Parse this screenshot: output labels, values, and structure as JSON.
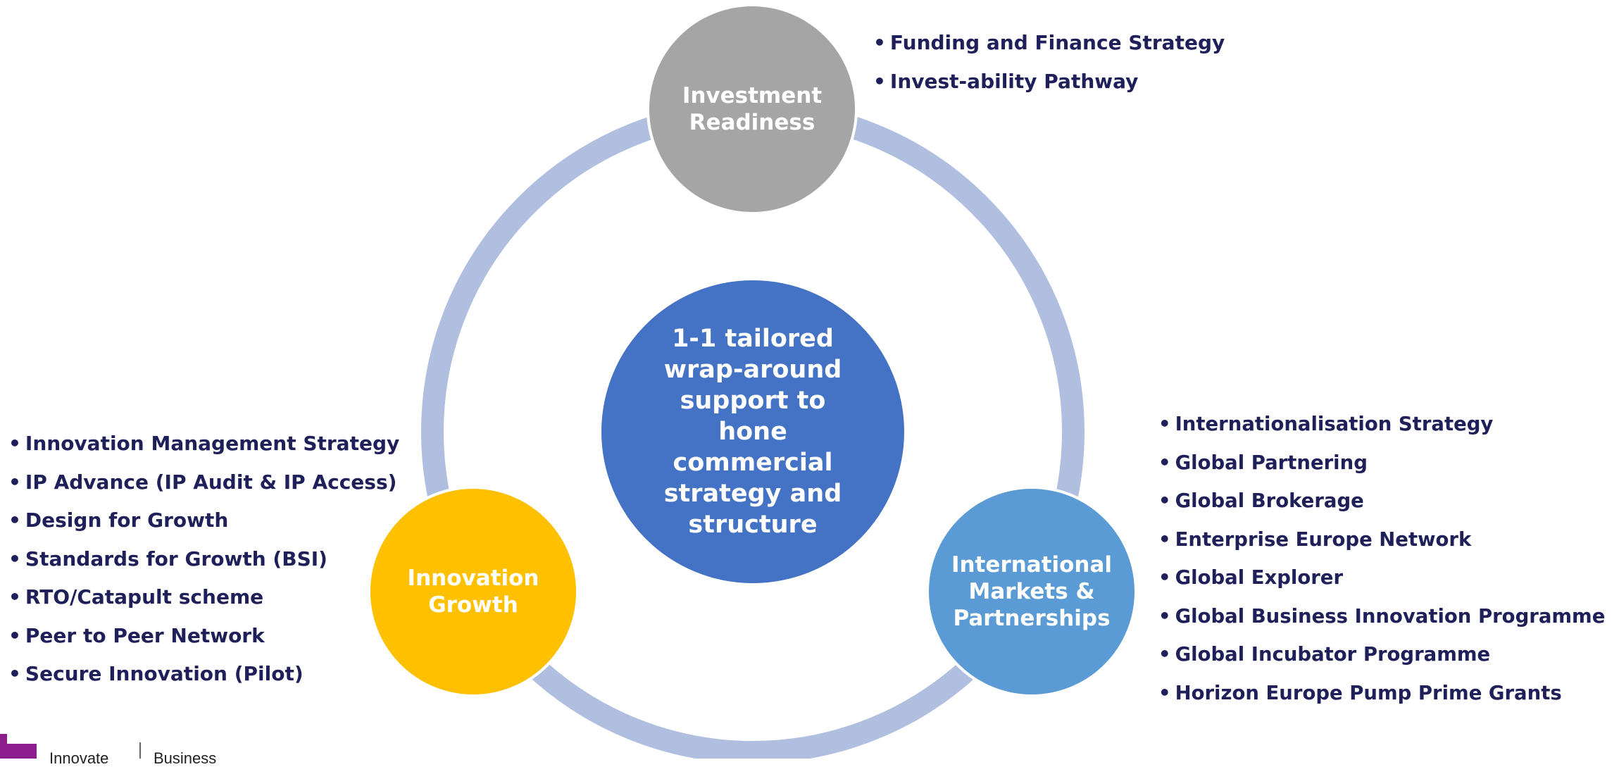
{
  "center": {
    "text": "1-1 tailored\nwrap-around\nsupport to hone\ncommercial\nstrategy and\nstructure",
    "color": "#4472c4"
  },
  "ring": {
    "color": "#b0bee0"
  },
  "nodes": {
    "investment": {
      "title": "Investment\nReadiness",
      "color": "#a5a5a5",
      "items": [
        "Funding and Finance Strategy",
        "Invest-ability Pathway"
      ]
    },
    "innovation": {
      "title": "Innovation\nGrowth",
      "color": "#ffc000",
      "items": [
        "Innovation Management Strategy",
        "IP Advance (IP Audit & IP Access)",
        "Design for Growth",
        "Standards for Growth (BSI)",
        "RTO/Catapult scheme",
        "Peer to Peer Network",
        "Secure Innovation (Pilot)"
      ]
    },
    "international": {
      "title": "International\nMarkets &\nPartnerships",
      "color": "#5b9bd5",
      "items": [
        "Internationalisation Strategy",
        "Global Partnering",
        "Global Brokerage",
        "Enterprise Europe Network",
        "Global Explorer",
        "Global Business Innovation Programme",
        "Global Incubator Programme",
        "Horizon Europe Pump Prime Grants"
      ]
    }
  },
  "bullet": "•",
  "logo": {
    "brand": "Innovate",
    "unit": "Business",
    "color": "#8b1d8c"
  }
}
